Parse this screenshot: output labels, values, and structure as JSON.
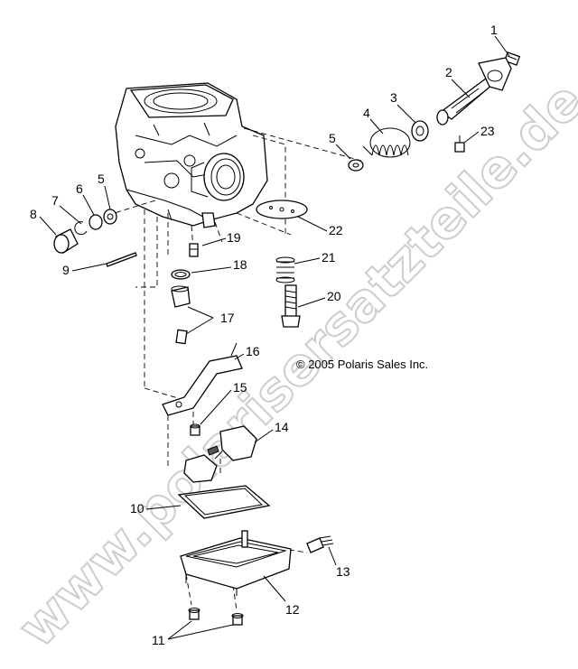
{
  "watermark": "www.polarisersatzteile.de",
  "copyright": "© 2005 Polaris Sales Inc.",
  "callouts": [
    {
      "id": "c1",
      "text": "1"
    },
    {
      "id": "c2",
      "text": "2"
    },
    {
      "id": "c3",
      "text": "3"
    },
    {
      "id": "c4",
      "text": "4"
    },
    {
      "id": "c5a",
      "text": "5"
    },
    {
      "id": "c23",
      "text": "23"
    },
    {
      "id": "c5b",
      "text": "5"
    },
    {
      "id": "c6",
      "text": "6"
    },
    {
      "id": "c7",
      "text": "7"
    },
    {
      "id": "c8",
      "text": "8"
    },
    {
      "id": "c22",
      "text": "22"
    },
    {
      "id": "c19",
      "text": "19"
    },
    {
      "id": "c9",
      "text": "9"
    },
    {
      "id": "c18",
      "text": "18"
    },
    {
      "id": "c21",
      "text": "21"
    },
    {
      "id": "c20",
      "text": "20"
    },
    {
      "id": "c17",
      "text": "17"
    },
    {
      "id": "c16",
      "text": "16"
    },
    {
      "id": "c15",
      "text": "15"
    },
    {
      "id": "c14",
      "text": "14"
    },
    {
      "id": "c10",
      "text": "10"
    },
    {
      "id": "c13",
      "text": "13"
    },
    {
      "id": "c12",
      "text": "12"
    },
    {
      "id": "c11",
      "text": "11"
    }
  ]
}
